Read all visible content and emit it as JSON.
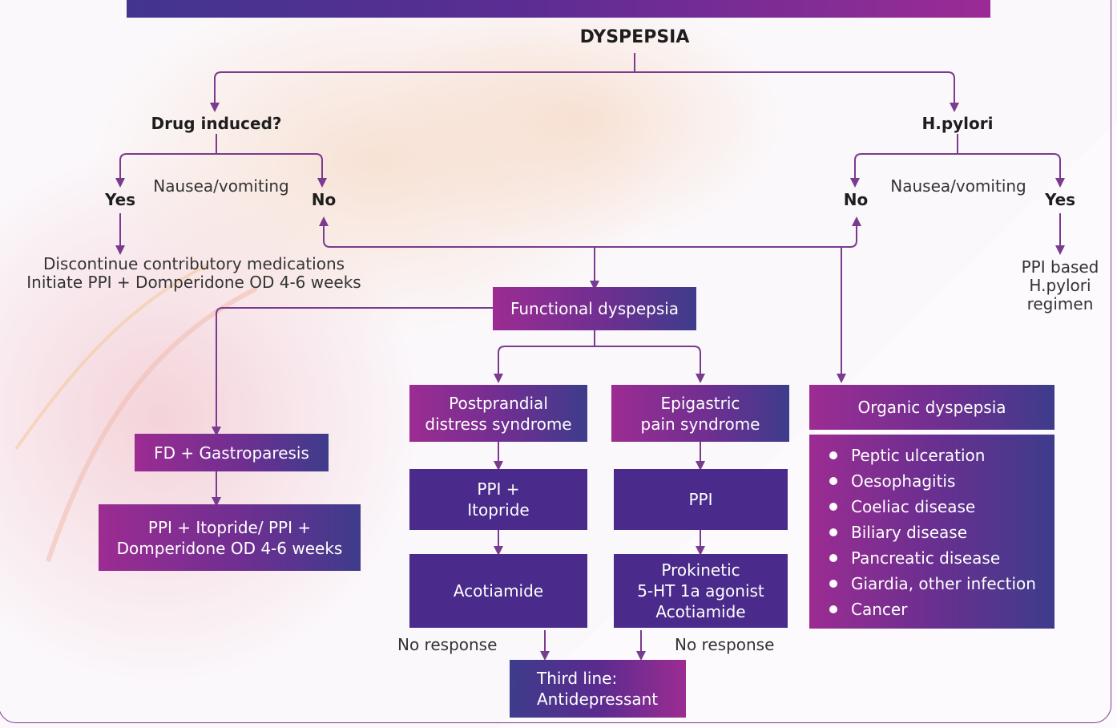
{
  "root": "DYSPEPSIA",
  "left": {
    "question": "Drug induced?",
    "nausea": "Nausea/vomiting",
    "yes": "Yes",
    "no": "No",
    "yes_action_line1": "Discontinue contributory medications",
    "yes_action_line2": "Initiate PPI + Domperidone OD 4-6 weeks"
  },
  "right": {
    "question": "H.pylori",
    "nausea": "Nausea/vomiting",
    "yes": "Yes",
    "no": "No",
    "yes_action_line1": "PPI based",
    "yes_action_line2": "H.pylori",
    "yes_action_line3": "regimen"
  },
  "functional": "Functional dyspepsia",
  "fd_gastroparesis": "FD + Gastroparesis",
  "fd_treatment_line1": "PPI + Itopride/ PPI +",
  "fd_treatment_line2": "Domperidone OD 4-6 weeks",
  "pds": {
    "title_line1": "Postprandial",
    "title_line2": "distress syndrome",
    "step1_line1": "PPI +",
    "step1_line2": "Itopride",
    "step2": "Acotiamide",
    "no_response": "No response"
  },
  "eps": {
    "title_line1": "Epigastric",
    "title_line2": "pain syndrome",
    "step1": "PPI",
    "step2_line1": "Prokinetic",
    "step2_line2": "5-HT 1a agonist",
    "step2_line3": "Acotiamide",
    "no_response": "No response"
  },
  "third_line_line1": "Third line:",
  "third_line_line2": "Antidepressant",
  "organic": {
    "title": "Organic dyspepsia",
    "items": [
      "Peptic ulceration",
      "Oesophagitis",
      "Coeliac disease",
      "Biliary disease",
      "Pancreatic disease",
      "Giardia, other infection",
      "Cancer"
    ]
  },
  "colors": {
    "arrow": "#7a3b8e",
    "magenta": "#9c2c92",
    "indigo": "#3e3c8b"
  }
}
